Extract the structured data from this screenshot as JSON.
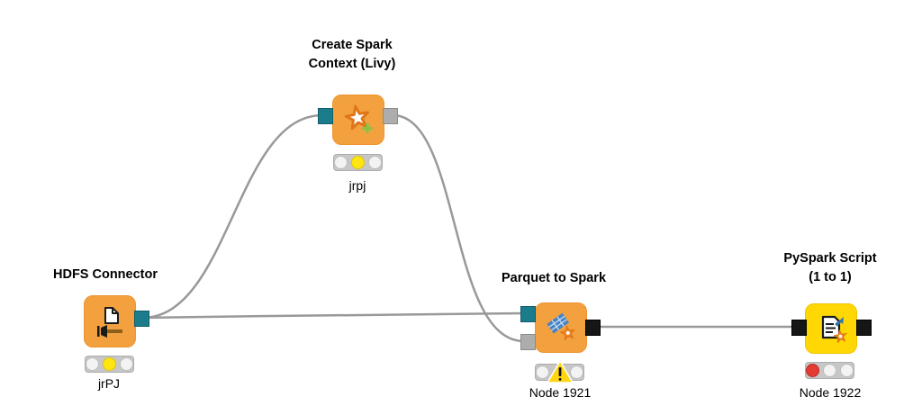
{
  "app": {
    "name": "KNIME workflow canvas"
  },
  "workflow": {
    "nodes": [
      {
        "id": "hdfs-connector",
        "title": "HDFS Connector",
        "title_lines": [
          "HDFS Connector"
        ],
        "label": "jrPJ",
        "icon": "document-plug-icon",
        "body_color": "#F2A13E",
        "status": "configured",
        "lights": [
          "off",
          "yellow",
          "off"
        ],
        "ports": [
          {
            "name": "output-connection",
            "color": "#1B7D8C"
          }
        ]
      },
      {
        "id": "create-spark-context-livy",
        "title": "Create Spark Context (Livy)",
        "title_lines": [
          "Create Spark",
          "Context (Livy)"
        ],
        "label": "jrpj",
        "icon": "spark-star-plus-icon",
        "body_color": "#F2A13E",
        "status": "configured",
        "lights": [
          "off",
          "yellow",
          "off"
        ],
        "ports": [
          {
            "name": "input-connection",
            "color": "#1B7D8C"
          },
          {
            "name": "output-spark-context",
            "color": "#ADADAD"
          }
        ]
      },
      {
        "id": "parquet-to-spark",
        "title": "Parquet to Spark",
        "title_lines": [
          "Parquet to Spark"
        ],
        "label": "Node 1921",
        "icon": "parquet-grid-star-icon",
        "body_color": "#F2A13E",
        "status": "warning",
        "lights": [
          "off",
          "off",
          "off"
        ],
        "warning": true,
        "ports": [
          {
            "name": "input-connection",
            "color": "#1B7D8C"
          },
          {
            "name": "input-spark-context",
            "color": "#ADADAD"
          },
          {
            "name": "output-spark-data",
            "color": "#161616"
          }
        ]
      },
      {
        "id": "pyspark-script-1-to-1",
        "title": "PySpark Script (1 to 1)",
        "title_lines": [
          "PySpark Script",
          "(1 to 1)"
        ],
        "label": "Node 1922",
        "icon": "pyspark-script-icon",
        "body_color": "#FFD704",
        "status": "error",
        "lights": [
          "red",
          "off",
          "off"
        ],
        "ports": [
          {
            "name": "input-spark-data",
            "color": "#161616"
          },
          {
            "name": "output-spark-data",
            "color": "#161616"
          }
        ]
      }
    ],
    "connections": [
      {
        "from": "HDFS Connector",
        "from_port": "output-connection",
        "to": "Create Spark Context (Livy)",
        "to_port": "input-connection"
      },
      {
        "from": "HDFS Connector",
        "from_port": "output-connection",
        "to": "Parquet to Spark",
        "to_port": "input-connection"
      },
      {
        "from": "Create Spark Context (Livy)",
        "from_port": "output-spark-context",
        "to": "Parquet to Spark",
        "to_port": "input-spark-context"
      },
      {
        "from": "Parquet to Spark",
        "from_port": "output-spark-data",
        "to": "PySpark Script (1 to 1)",
        "to_port": "input-spark-data"
      }
    ],
    "colors": {
      "canvas_bg": "#FFFFFF",
      "node_orange": "#F2A13E",
      "node_yellow": "#FFD704",
      "port_teal": "#1B7D8C",
      "port_gray": "#ADADAD",
      "port_black": "#161616",
      "edge_gray": "#999999",
      "light_bg": "#C7C7C7",
      "light_off": "#F3F3F3",
      "light_yellow": "#FFE512",
      "light_red": "#E23B31",
      "warning_yellow": "#FFD60F"
    }
  }
}
